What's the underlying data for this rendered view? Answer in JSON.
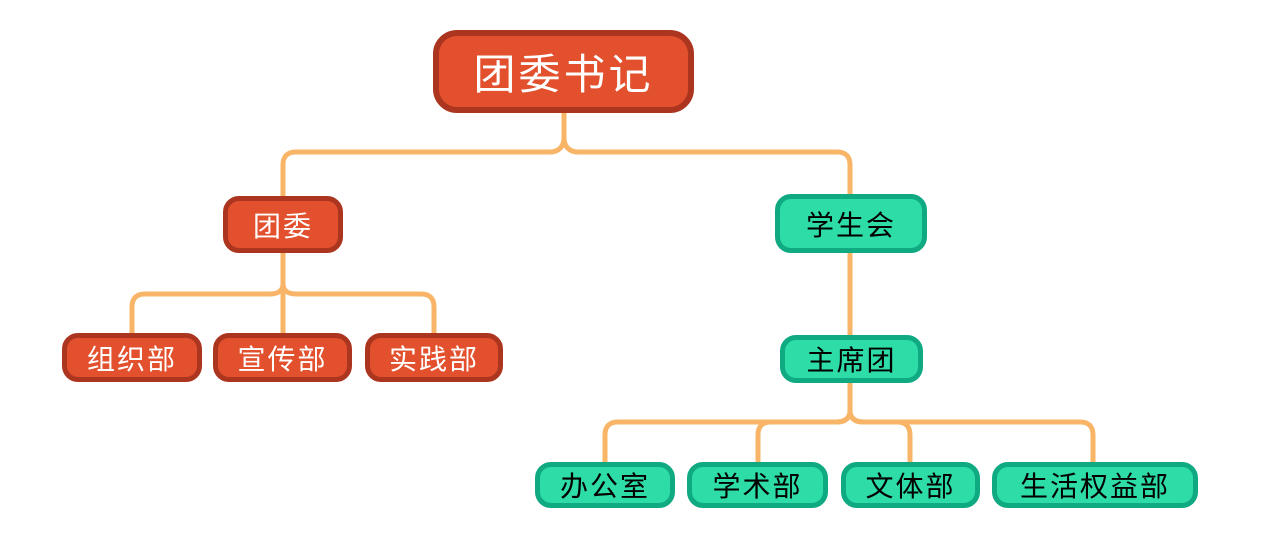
{
  "diagram": {
    "type": "org-chart",
    "nodes": [
      {
        "id": "root",
        "label": "团委书记",
        "branch": "root",
        "parent": null
      },
      {
        "id": "tuanwei",
        "label": "团委",
        "branch": "red",
        "parent": "root"
      },
      {
        "id": "xueshenghui",
        "label": "学生会",
        "branch": "green",
        "parent": "root"
      },
      {
        "id": "zuzhibu",
        "label": "组织部",
        "branch": "red",
        "parent": "tuanwei"
      },
      {
        "id": "xuanchuanbu",
        "label": "宣传部",
        "branch": "red",
        "parent": "tuanwei"
      },
      {
        "id": "shijianbu",
        "label": "实践部",
        "branch": "red",
        "parent": "tuanwei"
      },
      {
        "id": "zhuxituan",
        "label": "主席团",
        "branch": "green",
        "parent": "xueshenghui"
      },
      {
        "id": "bangongshi",
        "label": "办公室",
        "branch": "green",
        "parent": "zhuxituan"
      },
      {
        "id": "xueshubu",
        "label": "学术部",
        "branch": "green",
        "parent": "zhuxituan"
      },
      {
        "id": "wentibu",
        "label": "文体部",
        "branch": "green",
        "parent": "zhuxituan"
      },
      {
        "id": "shenghuoquanyibu",
        "label": "生活权益部",
        "branch": "green",
        "parent": "zhuxituan"
      }
    ],
    "colors": {
      "red_fill": "#E2502D",
      "red_border": "#AC3520",
      "green_fill": "#2DDCA6",
      "green_border": "#0FA982",
      "connector": "#F9B567",
      "red_text": "#FFFFFF",
      "green_text": "#000000",
      "background": "#FFFFFF"
    }
  }
}
